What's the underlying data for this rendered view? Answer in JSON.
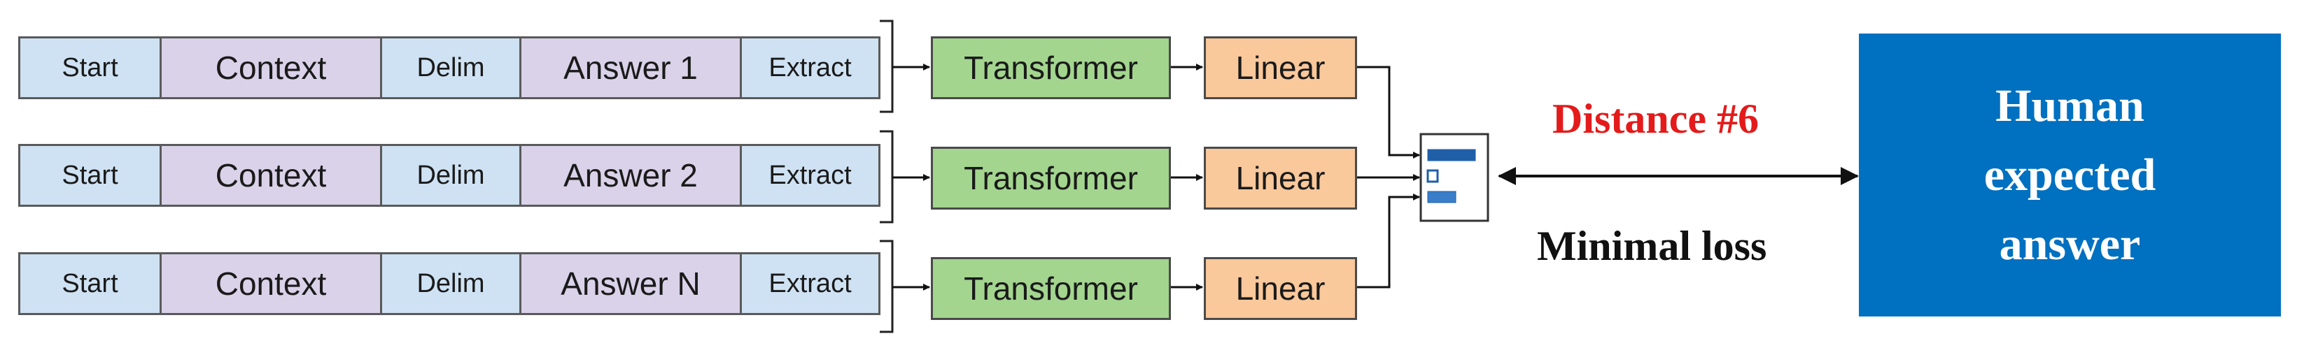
{
  "rows": [
    {
      "segments": [
        "Start",
        "Context",
        "Delim",
        "Answer 1",
        "Extract"
      ],
      "transformer": "Transformer",
      "linear": "Linear"
    },
    {
      "segments": [
        "Start",
        "Context",
        "Delim",
        "Answer 2",
        "Extract"
      ],
      "transformer": "Transformer",
      "linear": "Linear"
    },
    {
      "segments": [
        "Start",
        "Context",
        "Delim",
        "Answer N",
        "Extract"
      ],
      "transformer": "Transformer",
      "linear": "Linear"
    }
  ],
  "distance_label": "Distance #6",
  "loss_label": "Minimal loss",
  "human_answer": [
    "Human",
    "expected",
    "answer"
  ],
  "colors": {
    "segment_blue": "#cfe2f3",
    "segment_purple": "#d9d2e9",
    "transformer": "#a3d58f",
    "linear": "#f9c89b",
    "human_box": "#0070c0",
    "distance_text": "#e31b1b",
    "softmax_bar": "#1f5fa8"
  }
}
